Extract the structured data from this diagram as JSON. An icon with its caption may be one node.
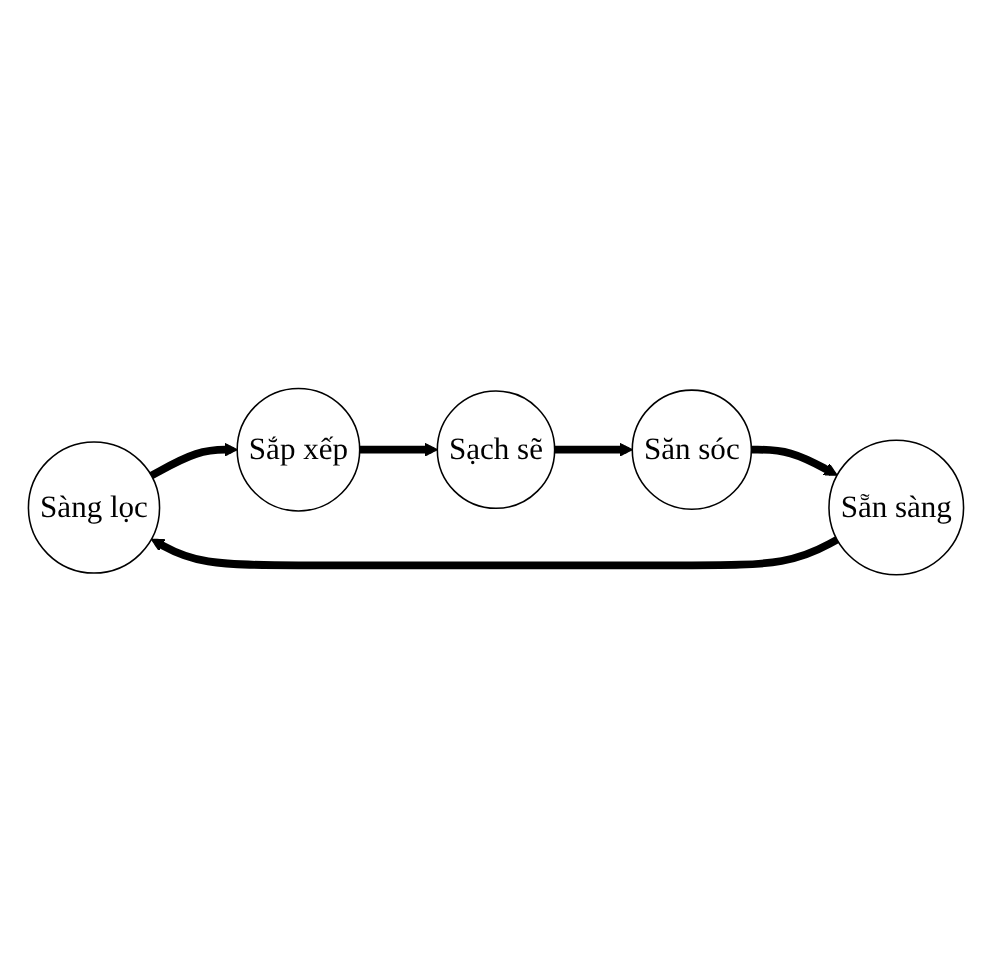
{
  "diagram": {
    "nodes": [
      {
        "text": [
          "Sàng lọc"
        ]
      },
      {
        "text": [
          "Sắp xếp"
        ]
      },
      {
        "text": [
          "Sạch sẽ"
        ]
      },
      {
        "text": [
          "Săn sóc"
        ]
      },
      {
        "text": [
          "Sẵn sàng"
        ]
      }
    ],
    "edges": [
      {
        "from": 0,
        "to": 1,
        "arrow": "to"
      },
      {
        "from": 1,
        "to": 2,
        "arrow": "to"
      },
      {
        "from": 2,
        "to": 3,
        "arrow": "to"
      },
      {
        "from": 3,
        "to": 4,
        "arrow": "to"
      },
      {
        "from": 4,
        "to": 0,
        "arrow": "to"
      }
    ]
  }
}
